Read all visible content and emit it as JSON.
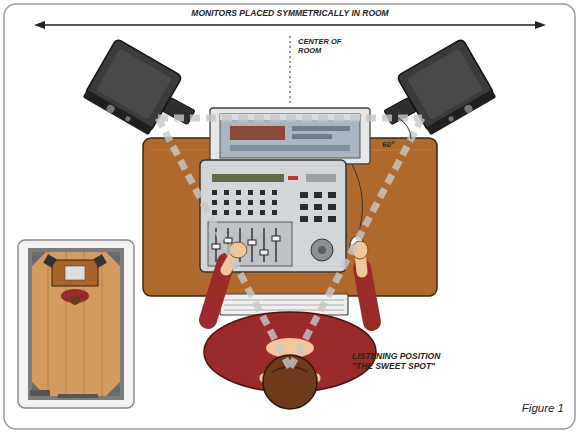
{
  "diagram": {
    "caption": "Figure 1",
    "labels": [
      "MONITORS PLACED SYMMETRICALLY IN ROOM",
      "CENTER OF ROOM",
      "60°",
      "LISTENING POSITION \"THE SWEET SPOT\""
    ]
  }
}
